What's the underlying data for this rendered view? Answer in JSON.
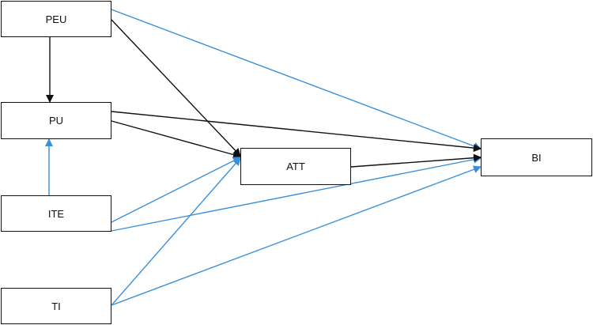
{
  "nodes": {
    "peu": "PEU",
    "pu": "PU",
    "ite": "ITE",
    "ti": "TI",
    "att": "ATT",
    "bi": "BI"
  },
  "edges": [
    {
      "from": "PEU",
      "to": "PU",
      "color": "#111111"
    },
    {
      "from": "PEU",
      "to": "ATT",
      "color": "#111111"
    },
    {
      "from": "PEU",
      "to": "BI",
      "color": "#3a8fd9"
    },
    {
      "from": "PU",
      "to": "ATT",
      "color": "#111111"
    },
    {
      "from": "PU",
      "to": "BI",
      "color": "#111111"
    },
    {
      "from": "ITE",
      "to": "PU",
      "color": "#3a8fd9"
    },
    {
      "from": "ITE",
      "to": "ATT",
      "color": "#3a8fd9"
    },
    {
      "from": "ITE",
      "to": "BI",
      "color": "#3a8fd9"
    },
    {
      "from": "TI",
      "to": "ATT",
      "color": "#3a8fd9"
    },
    {
      "from": "TI",
      "to": "BI",
      "color": "#3a8fd9"
    },
    {
      "from": "ATT",
      "to": "BI",
      "color": "#111111"
    }
  ],
  "colors": {
    "black_edge": "#111111",
    "blue_edge": "#3a8fd9"
  }
}
